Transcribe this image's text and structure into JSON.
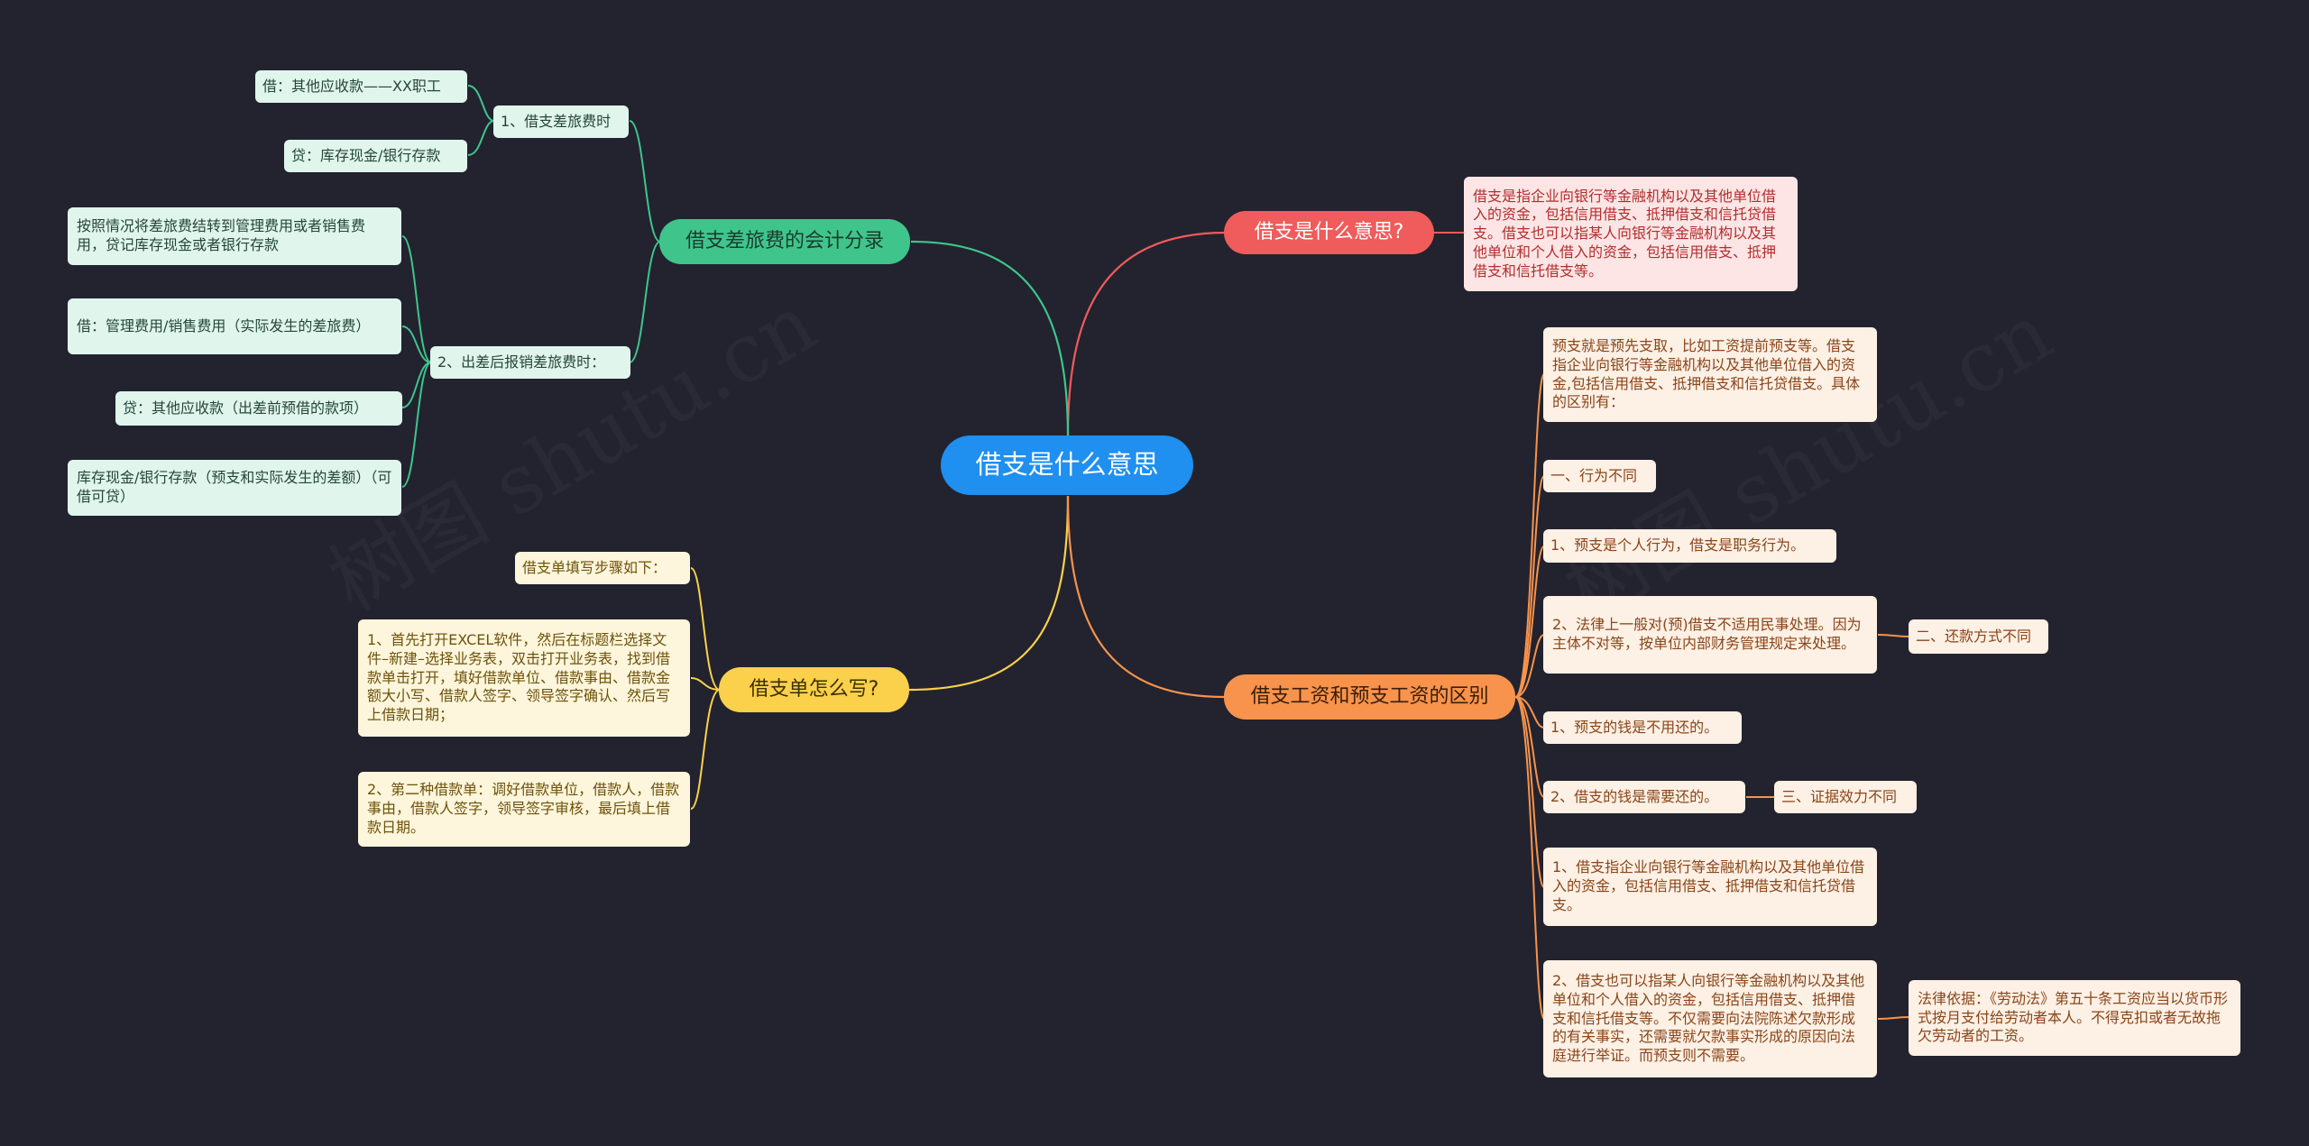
{
  "colors": {
    "background": "#22232f",
    "root": "#1f8ff0",
    "red": "#f05b5b",
    "green": "#3fc58c",
    "yellow": "#fbd04a",
    "orange": "#f7934c"
  },
  "watermark": "树图 shutu.cn",
  "root": "借支是什么意思",
  "branches": {
    "meaning": {
      "label": "借支是什么意思?",
      "detail": "借支是指企业向银行等金融机构以及其他单位借入的资金，包括信用借支、抵押借支和信托贷借支。借支也可以指某人向银行等金融机构以及其他单位和个人借入的资金，包括信用借支、抵押借支和信托借支等。"
    },
    "accounting": {
      "label": "借支差旅费的会计分录",
      "group1": {
        "label": "1、借支差旅费时",
        "items": [
          "借：其他应收款——XX职工",
          "贷：库存现金/银行存款"
        ]
      },
      "group2": {
        "label": "2、出差后报销差旅费时：",
        "items": [
          "按照情况将差旅费结转到管理费用或者销售费用，贷记库存现金或者银行存款",
          "借：管理费用/销售费用（实际发生的差旅费）",
          "贷：其他应收款（出差前预借的款项）",
          "库存现金/银行存款（预支和实际发生的差额）（可借可贷）"
        ]
      }
    },
    "howto": {
      "label": "借支单怎么写?",
      "items": [
        "借支单填写步骤如下：",
        "1、首先打开EXCEL软件，然后在标题栏选择文件–新建–选择业务表，双击打开业务表，找到借款单击打开，填好借款单位、借款事由、借款金额大小写、借款人签字、领导签字确认、然后写上借款日期；",
        "2、第二种借款单：调好借款单位，借款人，借款事由，借款人签字，领导签字审核，最后填上借款日期。"
      ]
    },
    "difference": {
      "label": "借支工资和预支工资的区别",
      "items": [
        "预支就是预先支取，比如工资提前预支等。借支指企业向银行等金融机构以及其他单位借入的资金,包括信用借支、抵押借支和信托贷借支。具体的区别有：",
        "一、行为不同",
        "1、预支是个人行为，借支是职务行为。",
        "2、法律上一般对(预)借支不适用民事处理。因为主体不对等，按单位内部财务管理规定来处理。",
        "1、预支的钱是不用还的。",
        "2、借支的钱是需要还的。",
        "1、借支指企业向银行等金融机构以及其他单位借入的资金，包括信用借支、抵押借支和信托贷借支。",
        "2、借支也可以指某人向银行等金融机构以及其他单位和个人借入的资金，包括信用借支、抵押借支和信托借支等。不仅需要向法院陈述欠款形成的有关事实，还需要就欠款事实形成的原因向法庭进行举证。而预支则不需要。"
      ],
      "side": {
        "repay": "二、还款方式不同",
        "evidence": "三、证据效力不同",
        "law": "法律依据：《劳动法》第五十条工资应当以货币形式按月支付给劳动者本人。不得克扣或者无故拖欠劳动者的工资。"
      }
    }
  }
}
